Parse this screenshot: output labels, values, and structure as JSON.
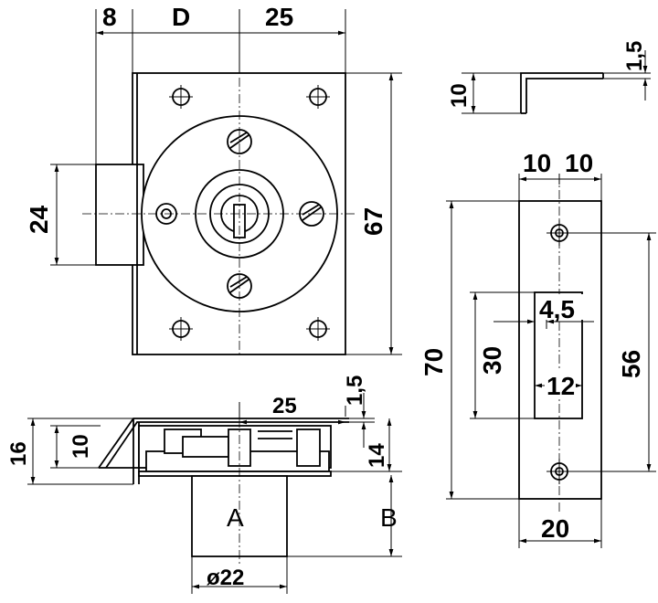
{
  "front_view": {
    "dim_top_left": "8",
    "dim_top_mid": "D",
    "dim_top_right": "25",
    "dim_height_bolt": "24",
    "dim_height_plate": "67"
  },
  "top_view": {
    "dim_plate_thickness": "1,5",
    "dim_total_depth": "16",
    "dim_bolt_depth": "10",
    "dim_top_25": "25",
    "dim_body": "14",
    "label_cylinder": "A",
    "label_length": "B",
    "dim_cylinder_dia": "ø22"
  },
  "angle_detail": {
    "dim_height": "10",
    "dim_thickness": "1,5"
  },
  "strike_plate": {
    "dim_hole_left": "10",
    "dim_hole_right": "10",
    "dim_total_height": "70",
    "dim_slot_height": "30",
    "dim_hole_spacing": "56",
    "dim_slot_width": "4,5",
    "dim_slot_depth": "12",
    "dim_width": "20"
  }
}
